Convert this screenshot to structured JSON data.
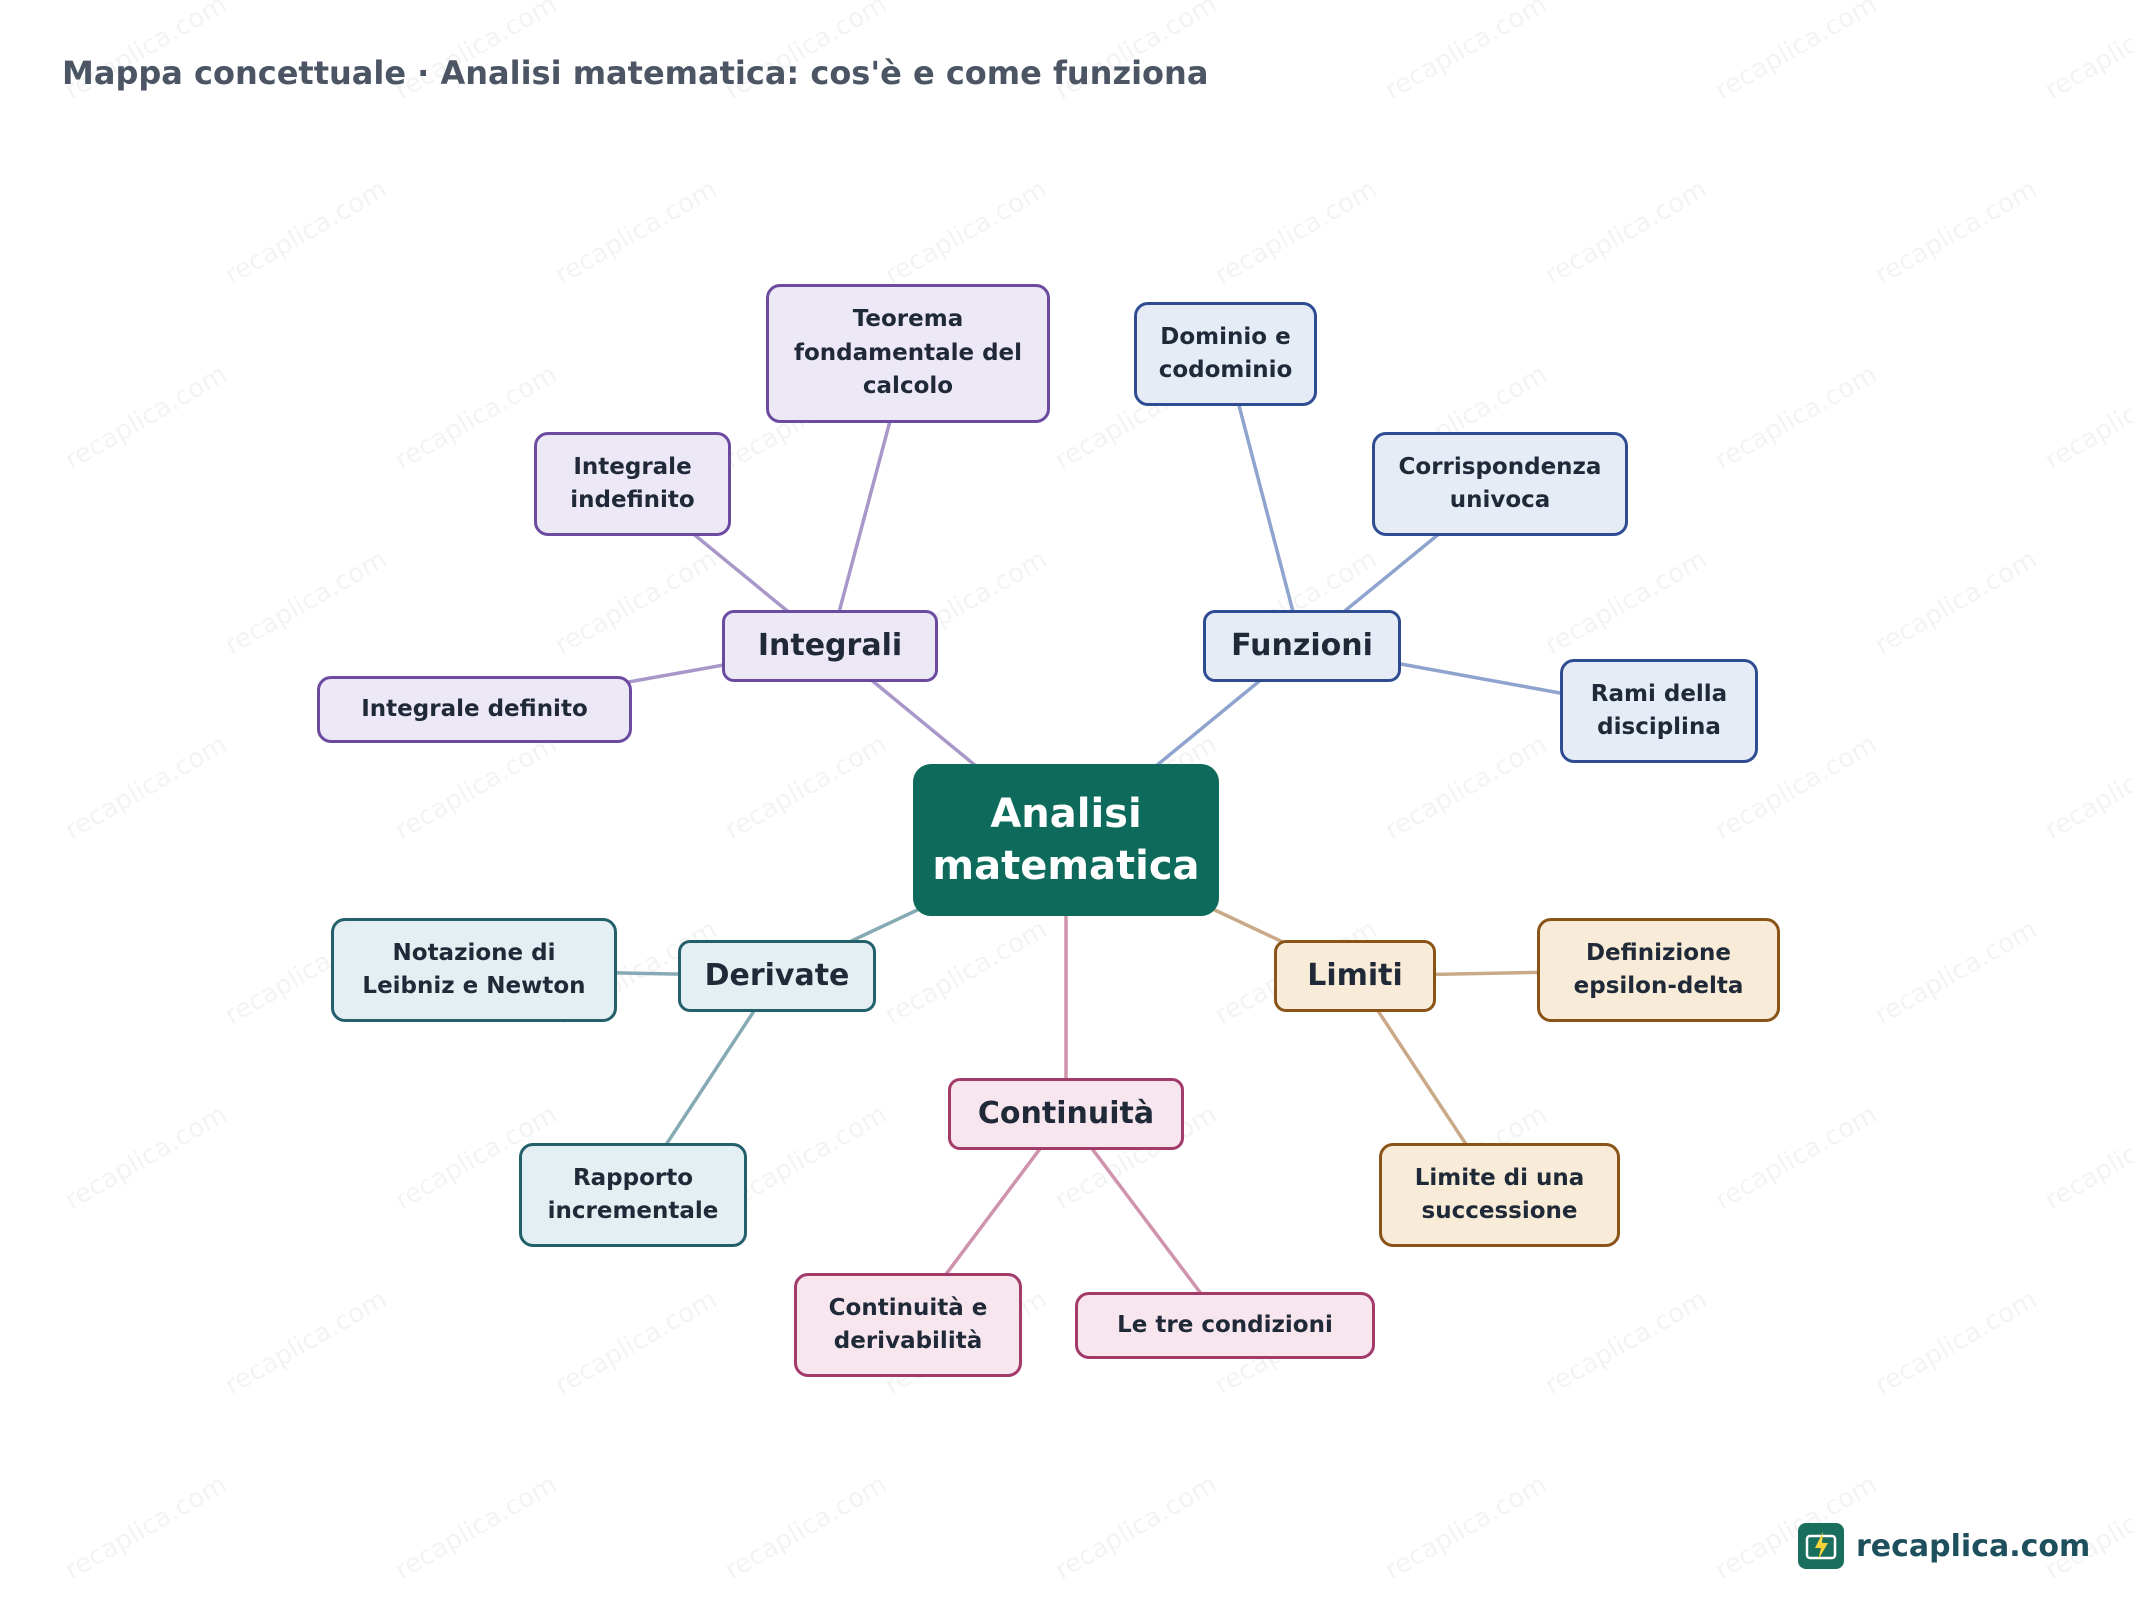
{
  "title": "Mappa concettuale · Analisi matematica: cos'è e come funziona",
  "watermark_text": "recaplica.com",
  "brand": {
    "name": "recaplica.com"
  },
  "colors": {
    "center": "#0e6b5c",
    "purple": "#6b4aa0",
    "blue": "#2f4c93",
    "teal": "#245f6c",
    "pink": "#a23a6a",
    "orange": "#8a5419"
  },
  "nodes": {
    "center": "Analisi matematica",
    "integrali": "Integrali",
    "funzioni": "Funzioni",
    "derivate": "Derivate",
    "limiti": "Limiti",
    "continuita": "Continuità",
    "teorema": "Teorema fondamentale del calcolo",
    "integrale_indefinito": "Integrale indefinito",
    "integrale_definito": "Integrale definito",
    "dominio": "Dominio e codominio",
    "corrispondenza": "Corrispondenza univoca",
    "rami": "Rami della disciplina",
    "notazione": "Notazione di Leibniz e Newton",
    "rapporto": "Rapporto incrementale",
    "definizione": "Definizione epsilon-delta",
    "limite_successione": "Limite di una successione",
    "continuita_derivabilita": "Continuità e derivabilità",
    "tre_condizioni": "Le tre condizioni"
  },
  "edges": [
    [
      "center",
      "integrali"
    ],
    [
      "center",
      "funzioni"
    ],
    [
      "center",
      "derivate"
    ],
    [
      "center",
      "limiti"
    ],
    [
      "center",
      "continuita"
    ],
    [
      "integrali",
      "teorema"
    ],
    [
      "integrali",
      "integrale_indefinito"
    ],
    [
      "integrali",
      "integrale_definito"
    ],
    [
      "funzioni",
      "dominio"
    ],
    [
      "funzioni",
      "corrispondenza"
    ],
    [
      "funzioni",
      "rami"
    ],
    [
      "derivate",
      "notazione"
    ],
    [
      "derivate",
      "rapporto"
    ],
    [
      "limiti",
      "definizione"
    ],
    [
      "limiti",
      "limite_successione"
    ],
    [
      "continuita",
      "continuita_derivabilita"
    ],
    [
      "continuita",
      "tre_condizioni"
    ]
  ]
}
